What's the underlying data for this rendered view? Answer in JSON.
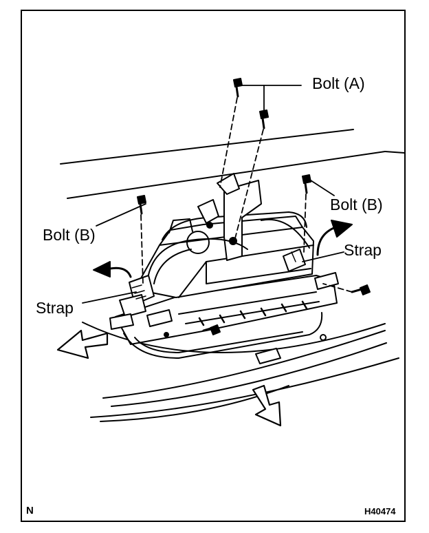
{
  "labels": {
    "bolt_a": "Bolt (A)",
    "bolt_b_left": "Bolt (B)",
    "bolt_b_right": "Bolt (B)",
    "strap_left": "Strap",
    "strap_right": "Strap"
  },
  "footer": {
    "corner_letter": "N",
    "figure_code": "H40474"
  },
  "colors": {
    "ink": "#000000",
    "paper": "#ffffff"
  }
}
